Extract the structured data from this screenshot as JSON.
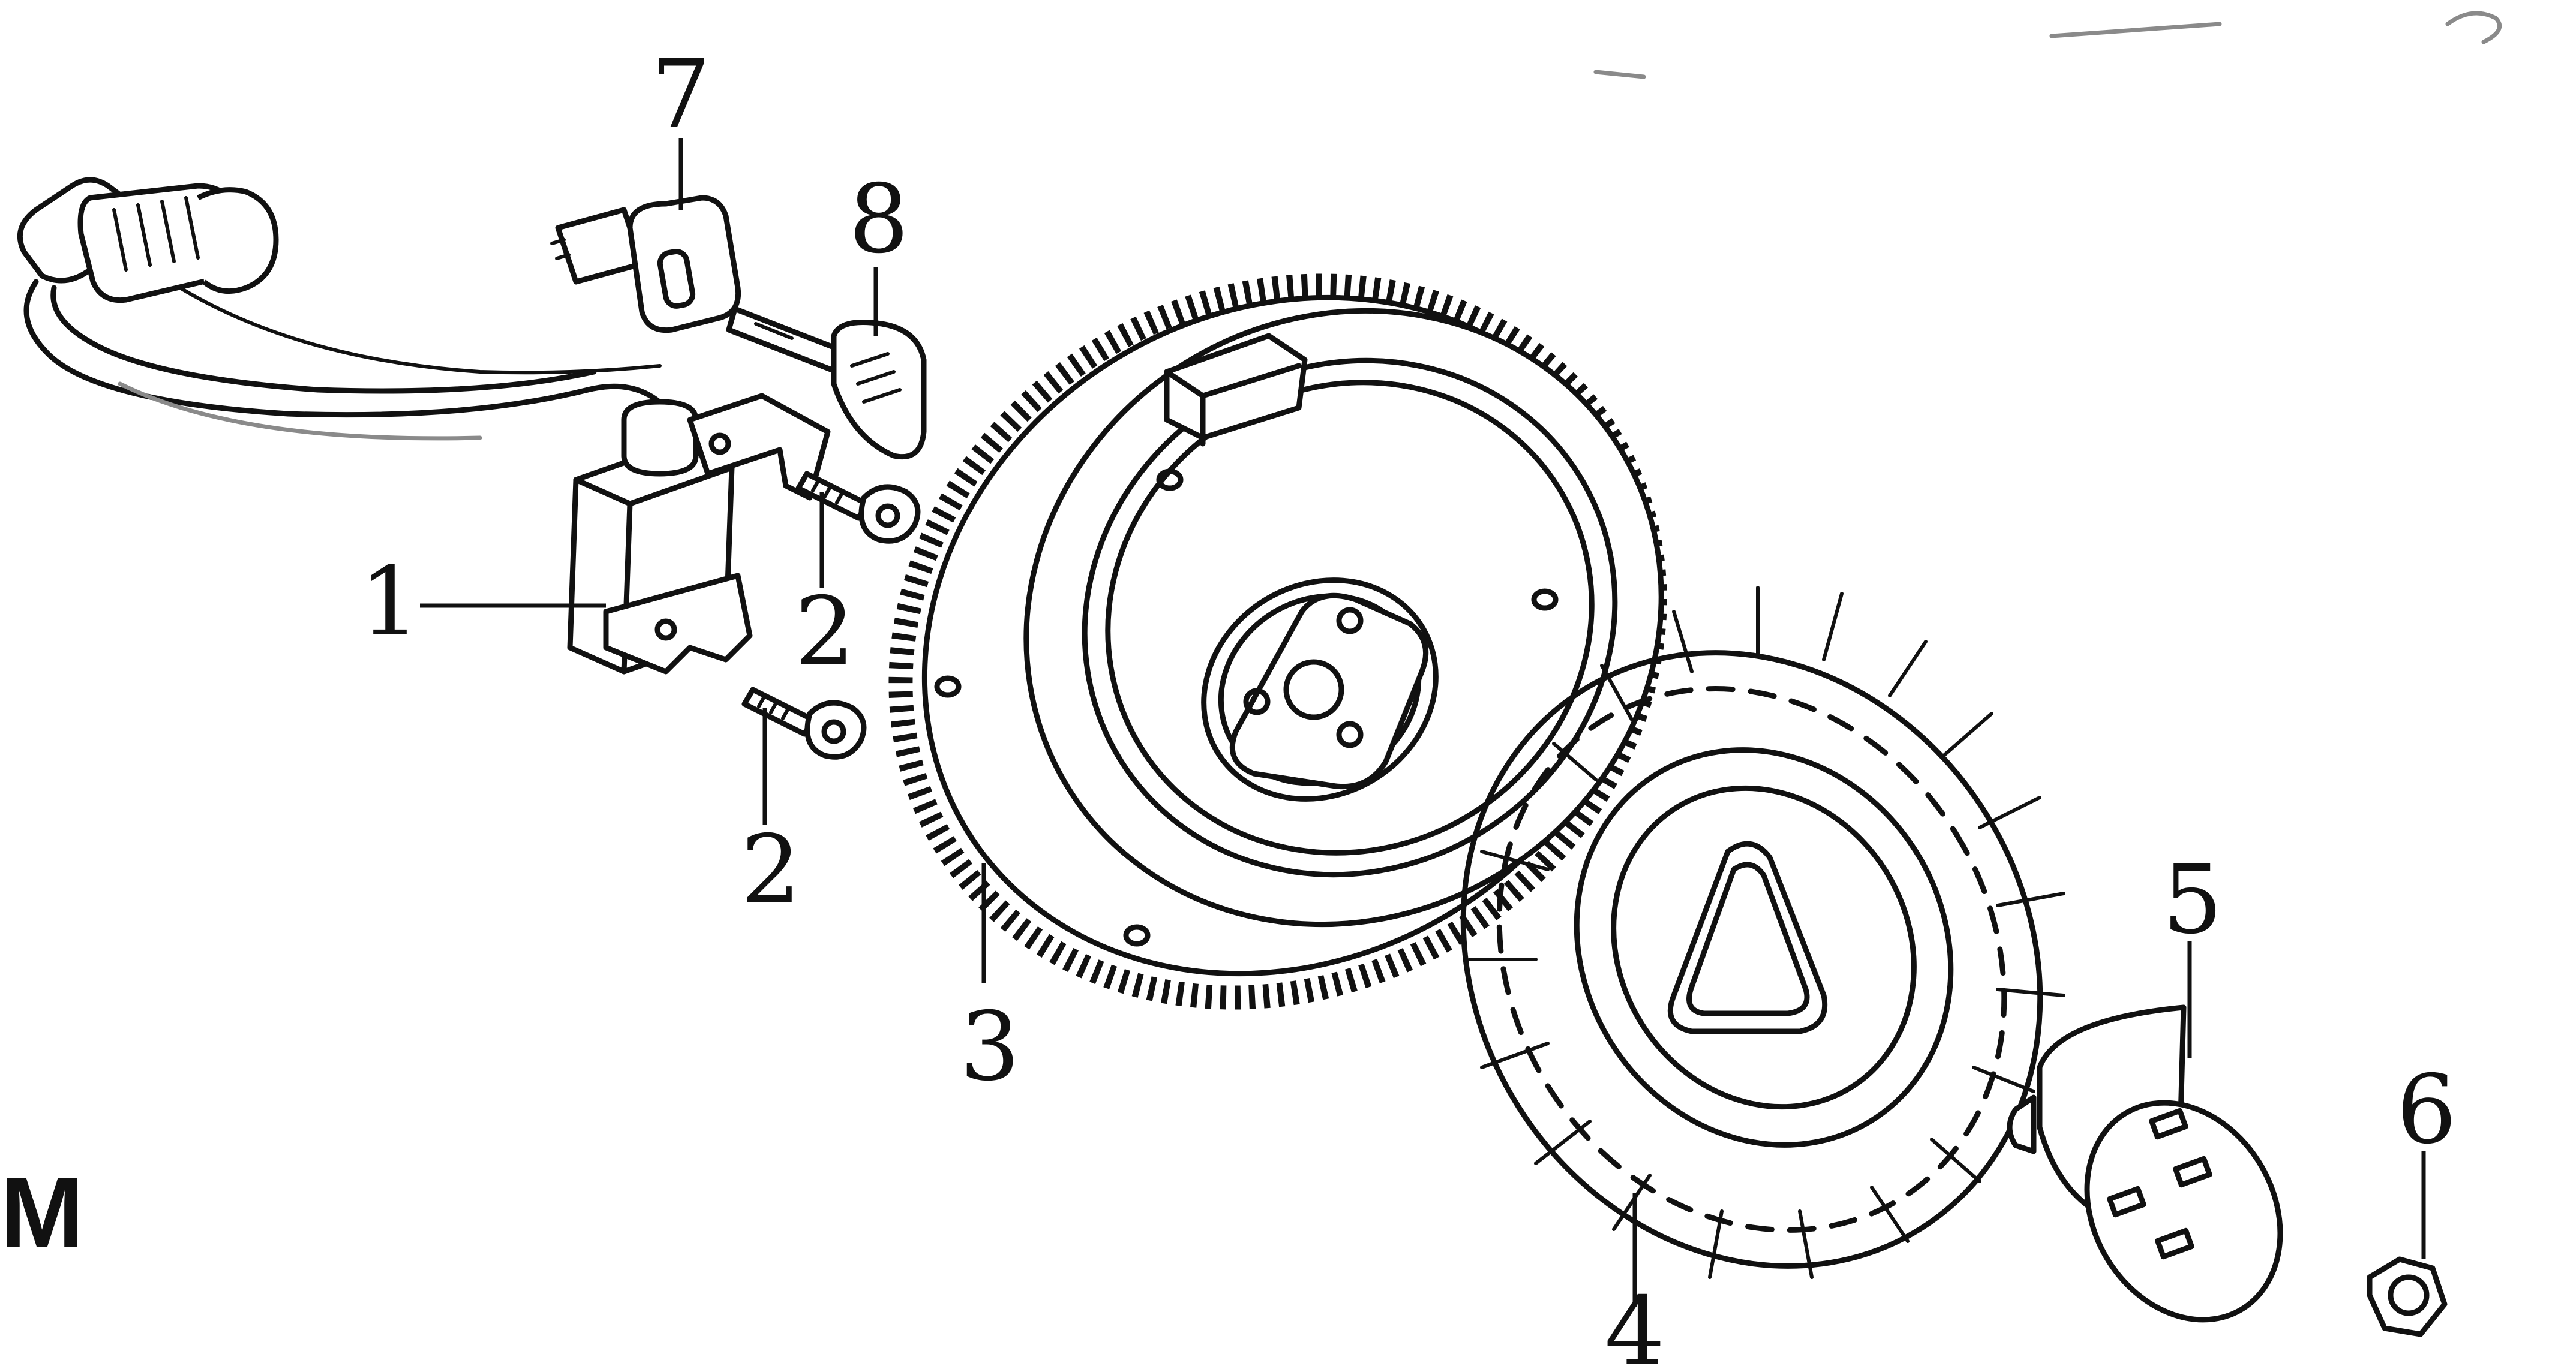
{
  "diagram": {
    "section_letter": "M",
    "callouts": [
      {
        "id": "p1",
        "label": "1"
      },
      {
        "id": "p2a",
        "label": "2"
      },
      {
        "id": "p2b",
        "label": "2"
      },
      {
        "id": "p3",
        "label": "3"
      },
      {
        "id": "p4",
        "label": "4"
      },
      {
        "id": "p5",
        "label": "5"
      },
      {
        "id": "p6",
        "label": "6"
      },
      {
        "id": "p7",
        "label": "7"
      },
      {
        "id": "p8",
        "label": "8"
      }
    ],
    "parts": [
      {
        "icon": "ignition-coil-icon"
      },
      {
        "icon": "bolt-icon"
      },
      {
        "icon": "flywheel-icon"
      },
      {
        "icon": "cooling-fan-icon"
      },
      {
        "icon": "starter-cup-icon"
      },
      {
        "icon": "flywheel-nut-icon"
      },
      {
        "icon": "ignition-switch-icon"
      },
      {
        "icon": "key-icon"
      }
    ]
  }
}
